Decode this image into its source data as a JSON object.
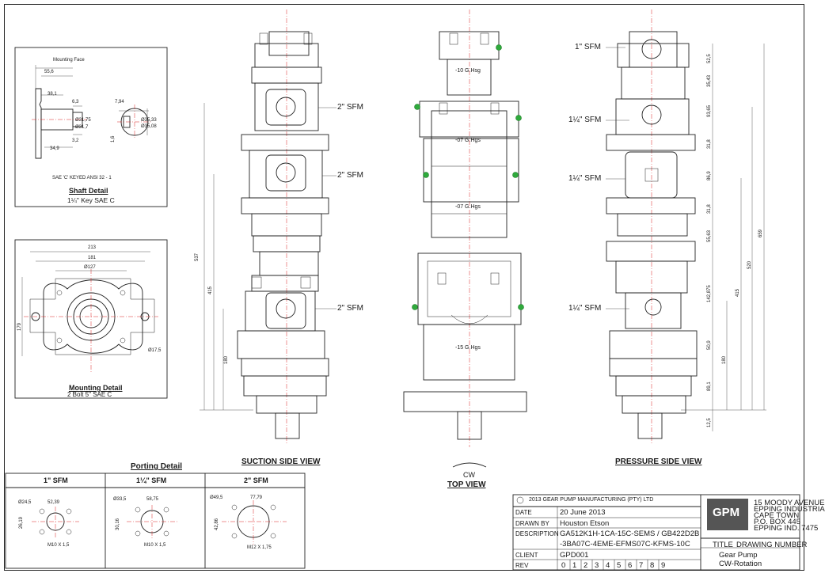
{
  "shaft_detail": {
    "mounting_face": "Mounting Face",
    "dims": [
      "55,6",
      "38,1",
      "6,3",
      "7,94",
      "Ø31,75",
      "Ø31,7",
      "3,2",
      "34,9",
      "Ø35,33",
      "Ø35,08",
      "1,6"
    ],
    "note": "SAE 'C' KEYED ANSI 32 - 1",
    "title": "Shaft Detail",
    "subtitle": "1¼\" Key SAE C"
  },
  "mounting_detail": {
    "dims": [
      "213",
      "181",
      "Ø127",
      "179",
      "Ø17,5"
    ],
    "title": "Mounting Detail",
    "subtitle": "2 Bolt 5\" SAE C"
  },
  "suction_view": {
    "title": "SUCTION SIDE VIEW",
    "port_labels": [
      "2\" SFM",
      "2\" SFM",
      "2\" SFM"
    ],
    "dims": [
      "537",
      "415",
      "180"
    ]
  },
  "top_view": {
    "title": "TOP VIEW",
    "rotation": "CW",
    "section_labels": [
      "-10 G.Hsg",
      "-07 G.Hgs",
      "-07 G.Hgs",
      "-15 G.Hgs"
    ]
  },
  "pressure_view": {
    "title": "PRESSURE SIDE VIEW",
    "port_labels": [
      "1\" SFM",
      "1¼\" SFM",
      "1¼\" SFM",
      "1¼\" SFM"
    ],
    "dims_inner": [
      "52,5",
      "35,43",
      "93,65",
      "31,8",
      "86,9",
      "31,8",
      "55,63",
      "142,875",
      "50,9",
      "89,1",
      "12,5"
    ],
    "dims_outer": [
      "180",
      "415",
      "520",
      "659"
    ]
  },
  "porting_detail": {
    "title": "Porting Detail",
    "columns": [
      {
        "header": "1\" SFM",
        "dia": "Ø24,5",
        "w": "52,39",
        "h": "26,19",
        "thread": "M10 X 1,5"
      },
      {
        "header": "1¼\" SFM",
        "dia": "Ø33,5",
        "w": "58,75",
        "h": "30,16",
        "thread": "M10 X 1,5"
      },
      {
        "header": "2\" SFM",
        "dia": "Ø49,5",
        "w": "77,79",
        "h": "42,86",
        "thread": "M12 X 1,75"
      }
    ]
  },
  "title_block": {
    "copyright": "2013 GEAR PUMP MANUFACTURING (PTY) LTD",
    "rows": [
      {
        "label": "DATE",
        "value": "20 June 2013"
      },
      {
        "label": "DRAWN BY",
        "value": "Houston Etson"
      },
      {
        "label": "DESCRIPTION",
        "value": "GA512K1H-1CA-15C-SEMS / GB422D2B"
      },
      {
        "label": "",
        "value": "-3BA07C-4EME-EFMS07C-KFMS-10C"
      },
      {
        "label": "CLIENT",
        "value": "GPD001"
      },
      {
        "label": "REV",
        "value": ""
      }
    ],
    "rev_digits": [
      "0",
      "1",
      "2",
      "3",
      "4",
      "5",
      "6",
      "7",
      "8",
      "9"
    ],
    "logo": "GPM",
    "address": [
      "15 MOODY AVENUE",
      "EPPING INDUSTRIA",
      "CAPE TOWN",
      "P.O. BOX 445",
      "EPPING IND. 7475"
    ],
    "title_label": "TITLE",
    "drawing_number_label": "DRAWING NUMBER",
    "drawing_title": [
      "Gear Pump",
      "CW-Rotation"
    ]
  }
}
